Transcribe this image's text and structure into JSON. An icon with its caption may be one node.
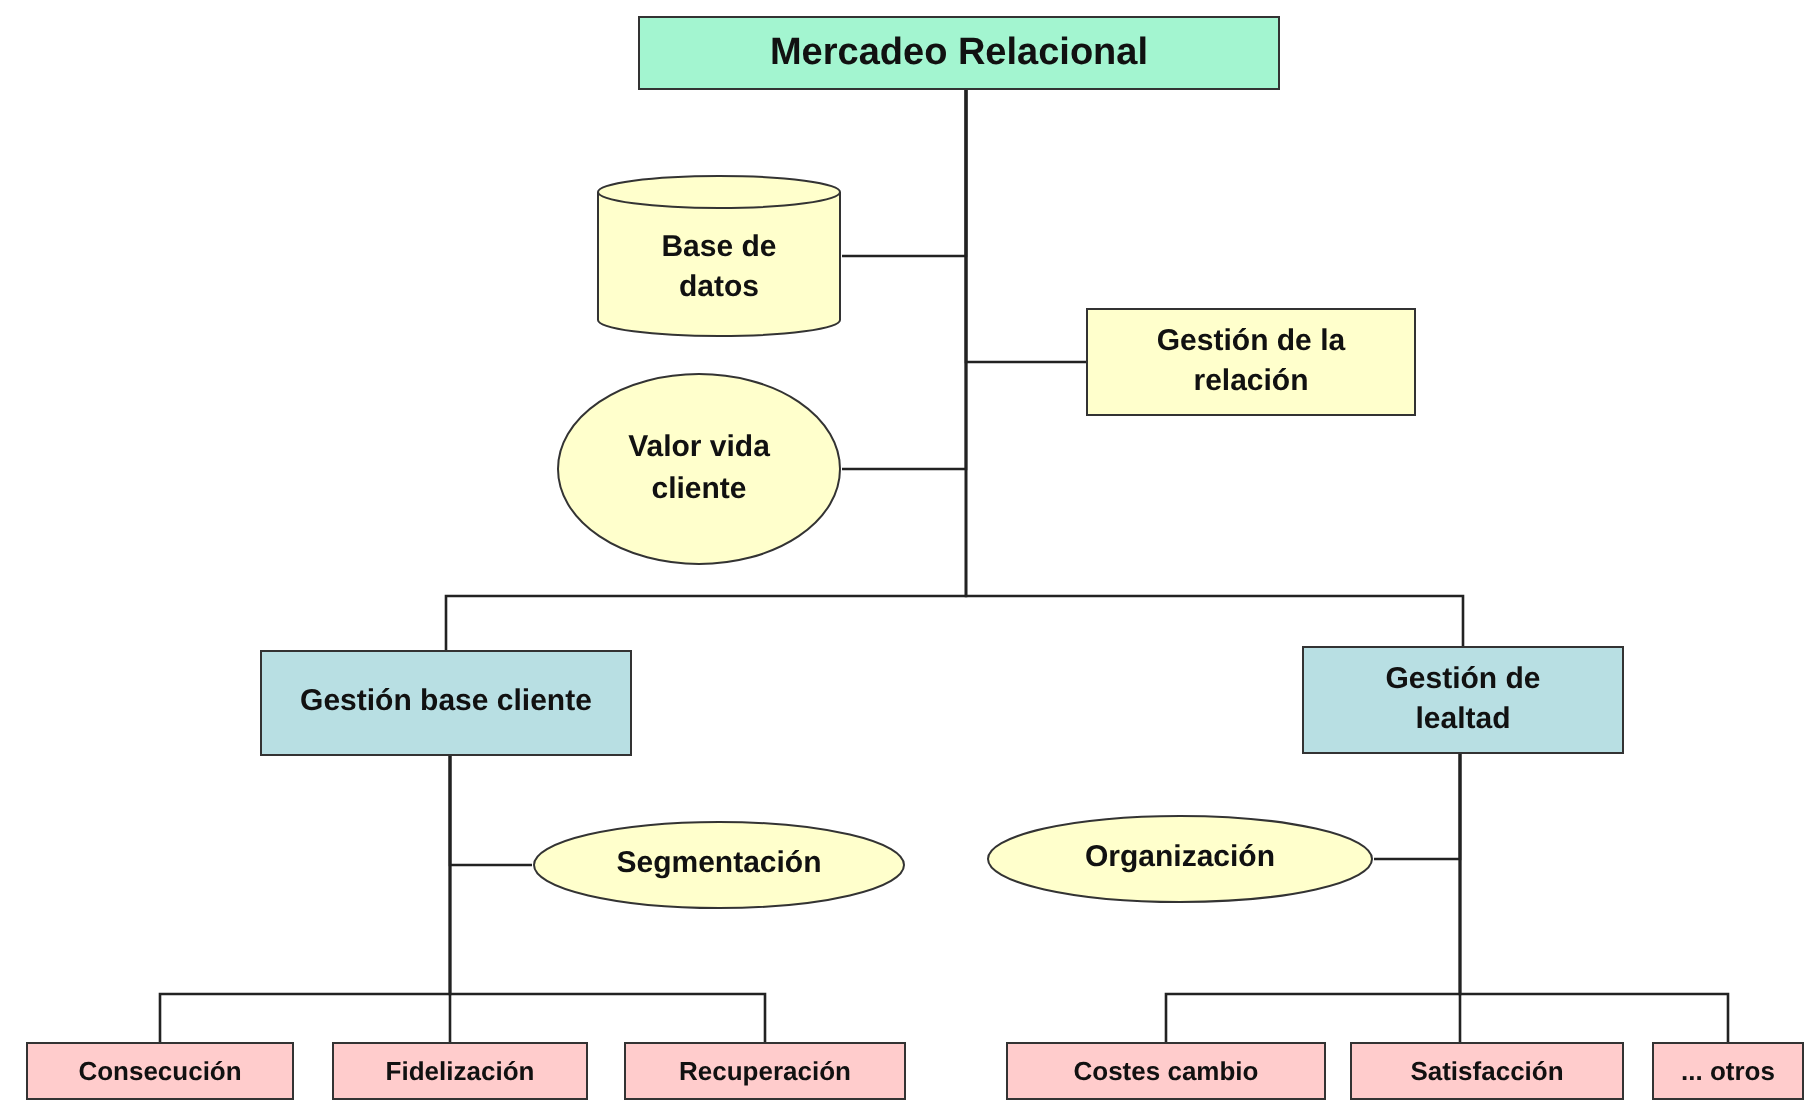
{
  "diagram": {
    "nodes": [
      {
        "text": [
          "Mercadeo Relacional"
        ]
      },
      {
        "text": [
          "Base de datos"
        ]
      },
      {
        "text": [
          "Gestión de la relación"
        ]
      },
      {
        "text": [
          "Valor vida cliente"
        ]
      },
      {
        "text": [
          "Gestión base cliente"
        ]
      },
      {
        "text": [
          "Gestión de lealtad"
        ]
      },
      {
        "text": [
          "Segmentación"
        ]
      },
      {
        "text": [
          "Organización"
        ]
      },
      {
        "text": [
          "Consecución"
        ]
      },
      {
        "text": [
          "Fidelización"
        ]
      },
      {
        "text": [
          "Recuperación"
        ]
      },
      {
        "text": [
          "Costes cambio"
        ]
      },
      {
        "text": [
          "Satisfacción"
        ]
      },
      {
        "text": [
          "... otros"
        ]
      }
    ],
    "edges": [
      {
        "from": 0,
        "to": 1,
        "arrow": "none"
      },
      {
        "from": 0,
        "to": 2,
        "arrow": "none"
      },
      {
        "from": 0,
        "to": 3,
        "arrow": "none"
      },
      {
        "from": 0,
        "to": 4,
        "arrow": "none"
      },
      {
        "from": 0,
        "to": 5,
        "arrow": "none"
      },
      {
        "from": 4,
        "to": 6,
        "arrow": "none"
      },
      {
        "from": 5,
        "to": 7,
        "arrow": "none"
      },
      {
        "from": 4,
        "to": 8,
        "arrow": "none"
      },
      {
        "from": 4,
        "to": 9,
        "arrow": "none"
      },
      {
        "from": 4,
        "to": 10,
        "arrow": "none"
      },
      {
        "from": 5,
        "to": 11,
        "arrow": "none"
      },
      {
        "from": 5,
        "to": 12,
        "arrow": "none"
      },
      {
        "from": 5,
        "to": 13,
        "arrow": "none"
      }
    ]
  }
}
